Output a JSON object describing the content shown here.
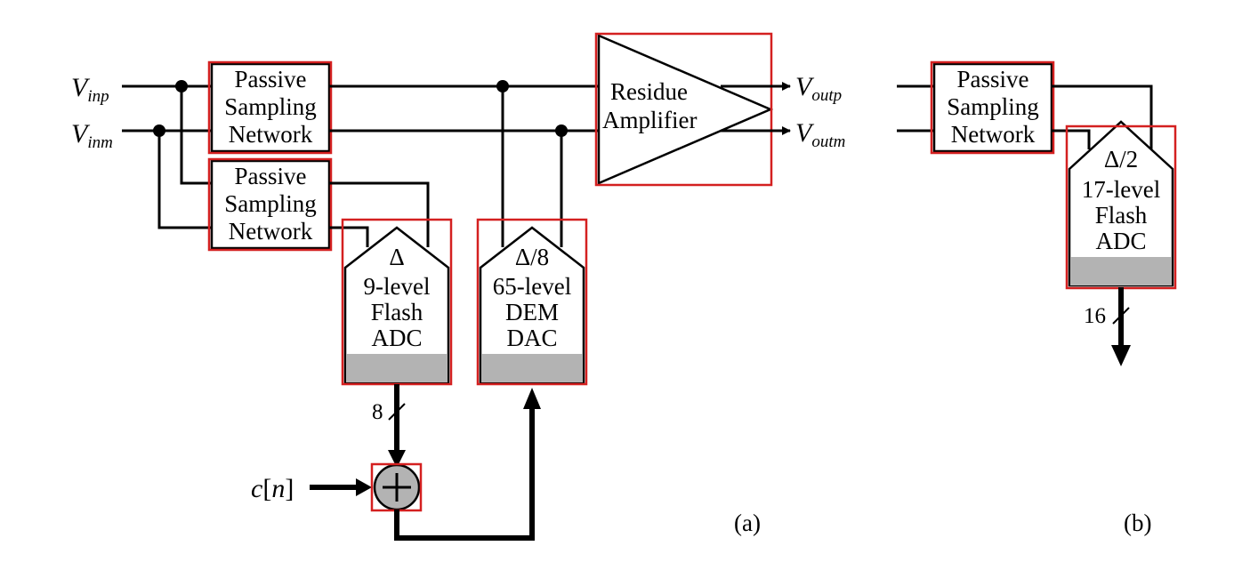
{
  "inputs": {
    "inp": {
      "main": "V",
      "sub": "inp"
    },
    "inm": {
      "main": "V",
      "sub": "inm"
    }
  },
  "outputs": {
    "outp": {
      "main": "V",
      "sub": "outp"
    },
    "outm": {
      "main": "V",
      "sub": "outm"
    }
  },
  "blocks": {
    "passive_network": [
      "Passive",
      "Sampling",
      "Network"
    ],
    "residue_amp": [
      "Residue",
      "Amplifier"
    ],
    "flash_adc_a": {
      "delta": "Δ",
      "lines": [
        "9-level",
        "Flash",
        "ADC"
      ]
    },
    "dem_dac": {
      "delta": "Δ/8",
      "lines": [
        "65-level",
        "DEM",
        "DAC"
      ]
    },
    "flash_adc_b": {
      "delta": "Δ/2",
      "lines": [
        "17-level",
        "Flash",
        "ADC"
      ]
    }
  },
  "bus_widths": {
    "adc_a": "8",
    "adc_b": "16"
  },
  "dither": {
    "c": "c",
    "open": "[",
    "n": "n",
    "close": "]"
  },
  "captions": {
    "a": "(a)",
    "b": "(b)"
  },
  "colors": {
    "highlight": "#d42020",
    "fill_gray": "#b3b3b3"
  }
}
